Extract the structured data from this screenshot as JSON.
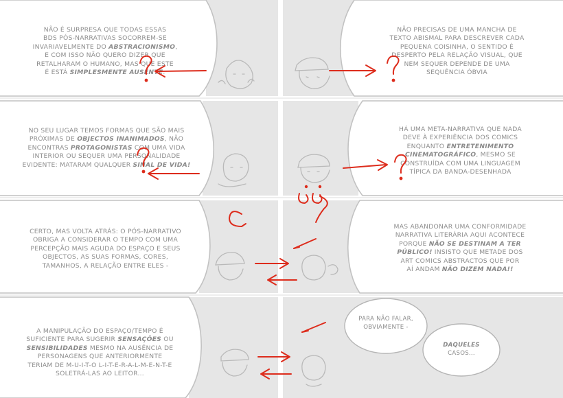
{
  "strip": [
    {
      "left_text": [
        {
          "t": "NÃO É SURPRESA QUE TODAS ESSAS\nBDS PÓS-NARRATIVAS SOCORREM-SE\nINVARIAVELMENTE DO "
        },
        {
          "t": "ABSTRACIONISMO",
          "em": true
        },
        {
          "t": ",\nE COM ISSO NÃO QUERO DIZER QUE\nRETALHARAM O HUMANO, MAS QUE ESTE\nÉ ESTÁ "
        },
        {
          "t": "SIMPLESMENTE AUSENTE",
          "em": true
        },
        {
          "t": "."
        }
      ],
      "right_text": [
        {
          "t": "NÃO PRECISAS DE UMA MANCHA DE\nTEXTO ABISMAL PARA DESCREVER CADA\nPEQUENA COISINHA, O SENTIDO É\nDESPERTO PELA RELAÇÃO VISUAL, QUE\nNEM SEQUER DEPENDE DE UMA\nSEQUÊNCIA ÓBVIA"
        }
      ]
    },
    {
      "left_text": [
        {
          "t": "NO SEU LUGAR TEMOS FORMAS QUE SÃO MAIS\nPRÓXIMAS DE "
        },
        {
          "t": "OBJECTOS INANIMADOS",
          "em": true
        },
        {
          "t": ", NÃO\nENCONTRAS "
        },
        {
          "t": "PROTAGONISTAS",
          "em": true
        },
        {
          "t": " COM UMA VIDA\nINTERIOR OU SEQUER UMA PERSONALIDADE\nEVIDENTE: MATARAM QUALQUER "
        },
        {
          "t": "SINAL DE VIDA!",
          "em": true
        }
      ],
      "right_text": [
        {
          "t": "HÁ UMA META-NARRATIVA QUE NADA\nDEVE À EXPERIÊNCIA DOS COMICS\nENQUANTO "
        },
        {
          "t": "ENTRETENIMENTO\nCINEMATOGRÁFICO",
          "em": true
        },
        {
          "t": ", MESMO SE\nCONSTRUÍDA COM UMA LINGUAGEM\nTÍPICA DA BANDA-DESENHADA"
        }
      ]
    },
    {
      "left_text": [
        {
          "t": "CERTO, MAS VOLTA ATRÁS: O PÓS-NARRATIVO\nOBRIGA A CONSIDERAR O TEMPO COM UMA\nPERCEPÇÃO MAIS AGUDA DO ESPAÇO E SEUS\nOBJECTOS, AS SUAS FORMAS, CORES,\nTAMANHOS, A RELAÇÃO ENTRE ELES -"
        }
      ],
      "right_text": [
        {
          "t": "MAS ABANDONAR UMA CONFORMIDADE\nNARRATIVA LITERÁRIA AQUI ACONTECE\nPORQUE "
        },
        {
          "t": "NÃO SE DESTINAM A TER\nPÚBLICO!",
          "em": true
        },
        {
          "t": " INSISTO QUE METADE DOS\nART COMICS ABSTRACTOS QUE POR\nAÍ ANDAM "
        },
        {
          "t": "NÃO DIZEM NADA!!",
          "em": true
        }
      ]
    },
    {
      "left_text": [
        {
          "t": "A MANIPULAÇÃO DO ESPAÇO/TEMPO É\nSUFICIENTE PARA SUGERIR "
        },
        {
          "t": "SENSAÇÕES",
          "em": true
        },
        {
          "t": " OU\n"
        },
        {
          "t": "SENSIBILIDADES",
          "em": true
        },
        {
          "t": " MESMO NA AUSÊNCIA DE\nPERSONAGENS QUE ANTERIORMENTE\nTERIAM DE M-U-I-T-O L-I-T-E-R-A-L-M-E-N-T-E\nSOLETRÁ-LAS AO LEITOR..."
        }
      ],
      "bubble_1": [
        {
          "t": "PARA NÃO FALAR,\nOBVIAMENTE -"
        }
      ],
      "bubble_2": [
        {
          "t": "DAQUELES",
          "em": true
        },
        {
          "t": "\nCASOS..."
        }
      ]
    }
  ],
  "colors": {
    "page": "#ffffff",
    "panel": "#e6e6e6",
    "lettering": "#8c8c8c",
    "annotation_red": "#dd2c1c",
    "line_art": "#b9b9b9"
  }
}
